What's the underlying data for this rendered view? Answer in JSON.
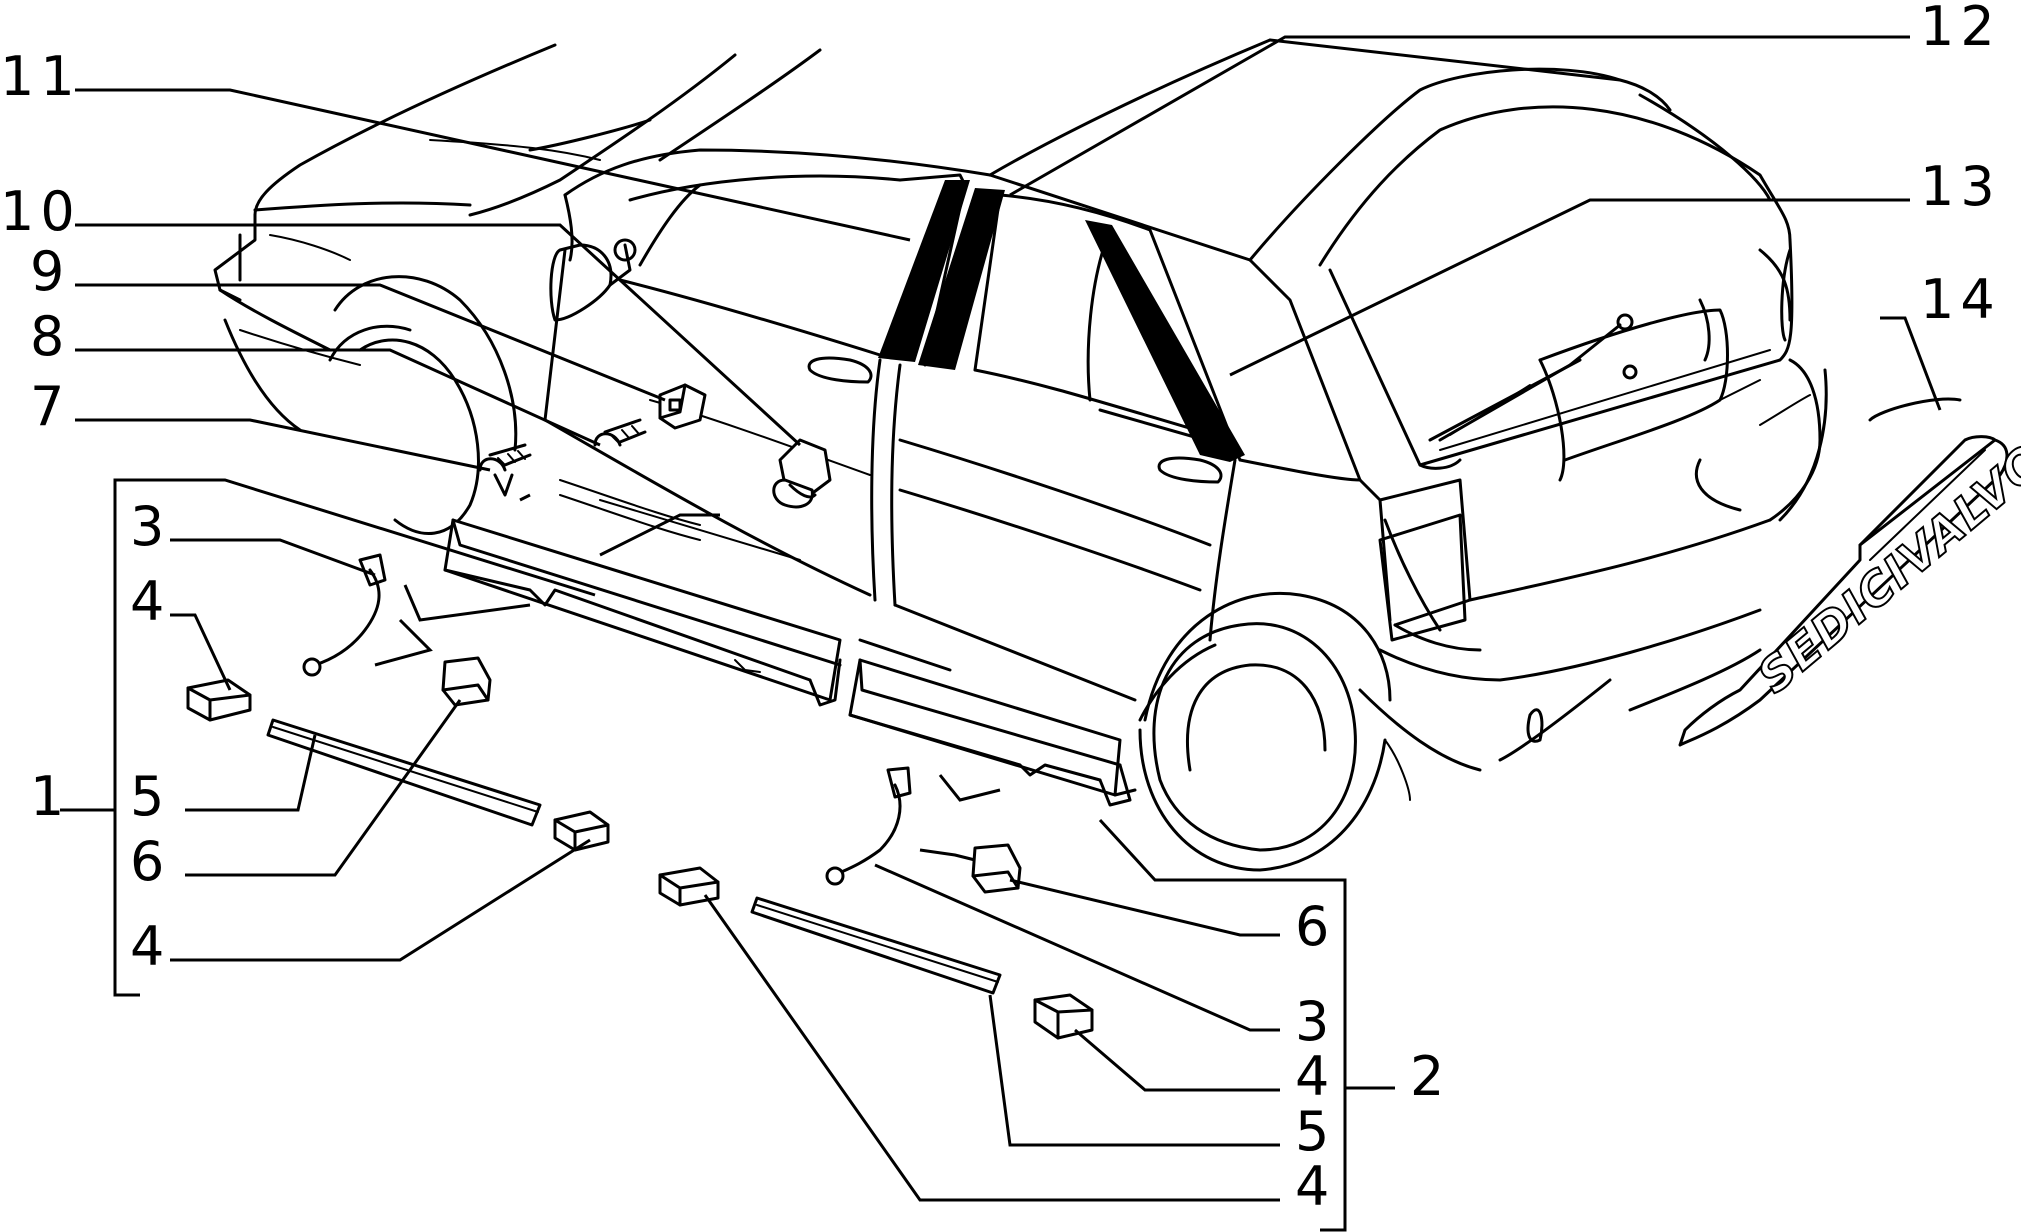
{
  "callouts": [
    {
      "id": "c11",
      "label": "11"
    },
    {
      "id": "c12",
      "label": "12"
    },
    {
      "id": "c10",
      "label": "10"
    },
    {
      "id": "c13",
      "label": "13"
    },
    {
      "id": "c9",
      "label": "9"
    },
    {
      "id": "c14",
      "label": "14"
    },
    {
      "id": "c8",
      "label": "8"
    },
    {
      "id": "c7",
      "label": "7"
    },
    {
      "id": "c3a",
      "label": "3"
    },
    {
      "id": "c4a",
      "label": "4"
    },
    {
      "id": "c1",
      "label": "1"
    },
    {
      "id": "c5a",
      "label": "5"
    },
    {
      "id": "c6a",
      "label": "6"
    },
    {
      "id": "c4b",
      "label": "4"
    },
    {
      "id": "c6b",
      "label": "6"
    },
    {
      "id": "c3b",
      "label": "3"
    },
    {
      "id": "c4c",
      "label": "4"
    },
    {
      "id": "c2",
      "label": "2"
    },
    {
      "id": "c5b",
      "label": "5"
    },
    {
      "id": "c4d",
      "label": "4"
    }
  ],
  "badge": {
    "text": "SEDICIVALVOLE"
  }
}
